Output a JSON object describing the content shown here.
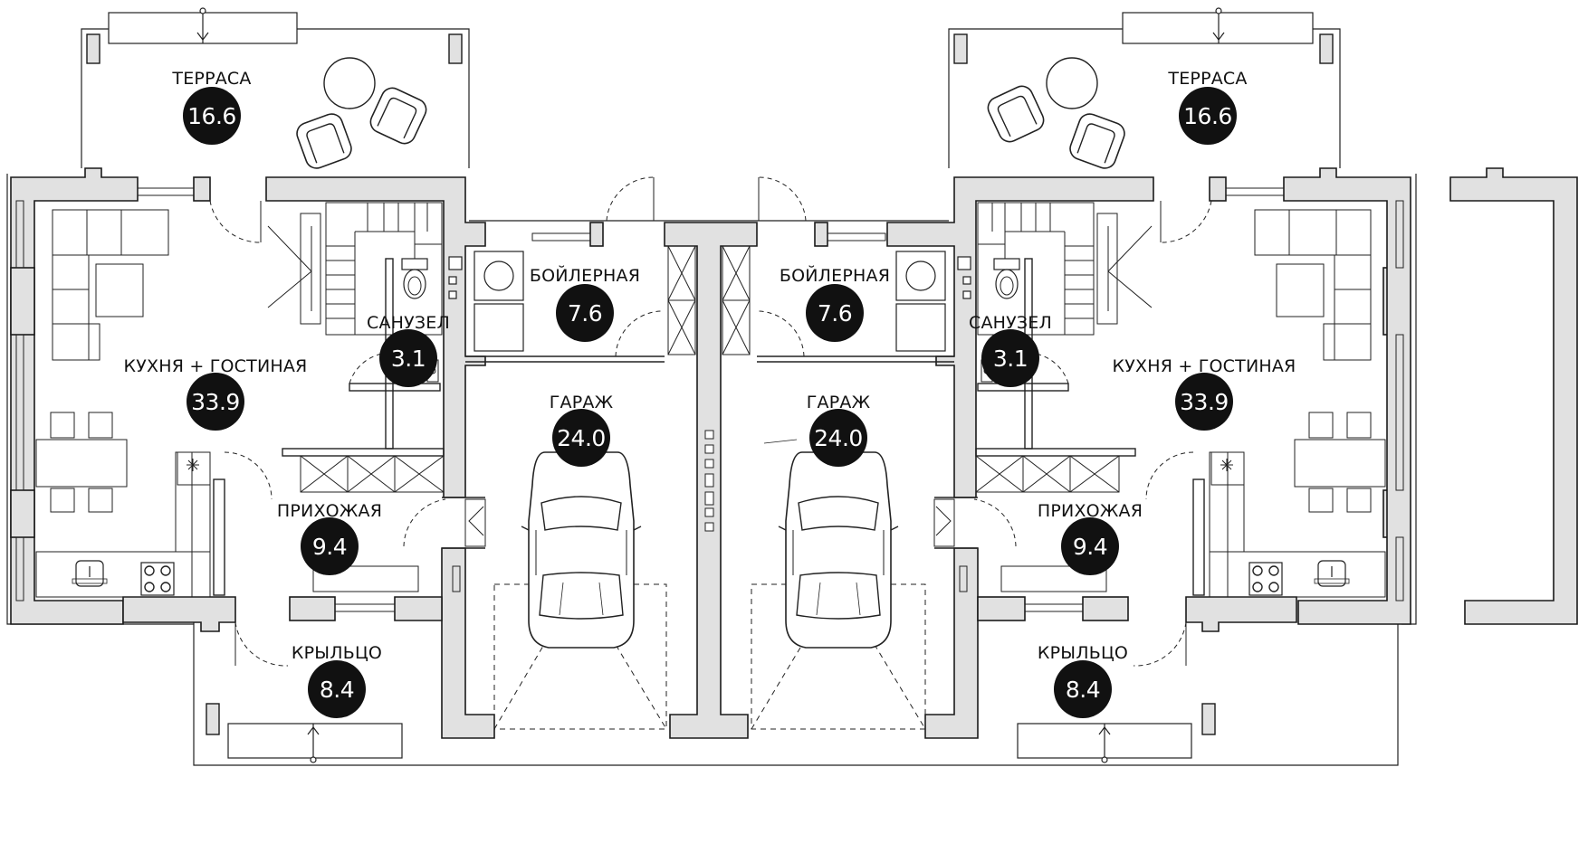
{
  "colors": {
    "wall_fill": "#e1e1e1",
    "wall_stroke": "#1a1a1a",
    "line": "#222222",
    "badge": "#111111",
    "badge_text": "#ffffff"
  },
  "rooms": {
    "terrace_left": {
      "label": "ТЕРРАСА",
      "area": "16.6"
    },
    "terrace_right": {
      "label": "ТЕРРАСА",
      "area": "16.6"
    },
    "living_left": {
      "label": "КУХНЯ + ГОСТИНАЯ",
      "area": "33.9"
    },
    "living_right": {
      "label": "КУХНЯ + ГОСТИНАЯ",
      "area": "33.9"
    },
    "bath_left": {
      "label": "САНУЗЕЛ",
      "area": "3.1"
    },
    "bath_right": {
      "label": "САНУЗЕЛ",
      "area": "3.1"
    },
    "boiler_left": {
      "label": "БОЙЛЕРНАЯ",
      "area": "7.6"
    },
    "boiler_right": {
      "label": "БОЙЛЕРНАЯ",
      "area": "7.6"
    },
    "garage_left": {
      "label": "ГАРАЖ",
      "area": "24.0"
    },
    "garage_right": {
      "label": "ГАРАЖ",
      "area": "24.0"
    },
    "hall_left": {
      "label": "ПРИХОЖАЯ",
      "area": "9.4"
    },
    "hall_right": {
      "label": "ПРИХОЖАЯ",
      "area": "9.4"
    },
    "porch_left": {
      "label": "КРЫЛЬЦО",
      "area": "8.4"
    },
    "porch_right": {
      "label": "КРЫЛЬЦО",
      "area": "8.4"
    }
  },
  "icons": [
    "car-icon",
    "stove-icon",
    "sink-icon",
    "toilet-icon",
    "sofa-icon",
    "armchair-icon",
    "table-icon",
    "stairs-icon",
    "door-swing-icon",
    "window-icon",
    "boiler-icon"
  ]
}
